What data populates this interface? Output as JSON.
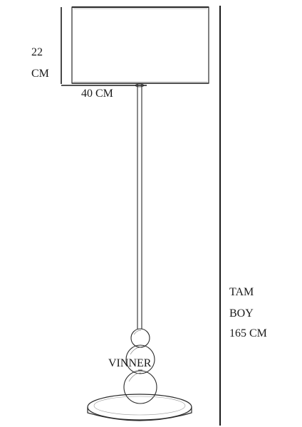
{
  "shade_height": {
    "value": "22",
    "unit": "CM"
  },
  "shade_width": "40 CM",
  "total_height": {
    "label1": "TAM",
    "label2": "BOY",
    "value": "165 CM"
  },
  "brand": "VINNER"
}
